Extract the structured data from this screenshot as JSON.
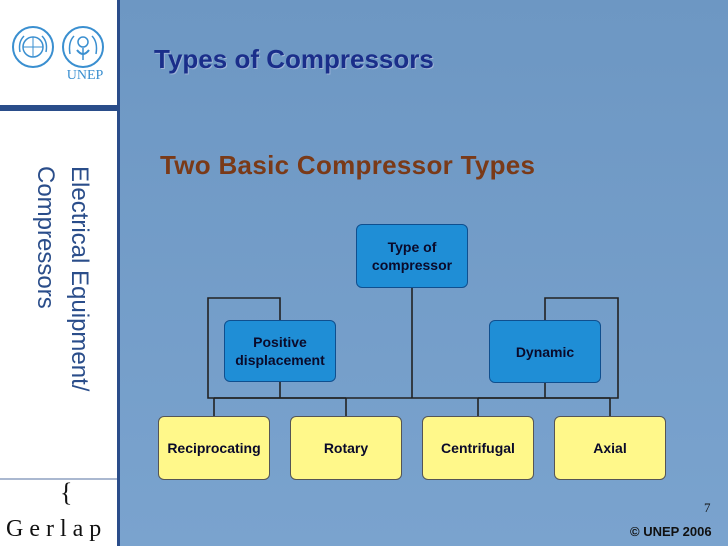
{
  "slide": {
    "title": "Types of Compressors",
    "subtitle": "Two Basic Compressor Types",
    "side_title": "Electrical Equipment/ Compressors",
    "logo_text": "UNEP",
    "footer_brand": "Gerlap",
    "page_number": "7",
    "copyright": "© UNEP 2006"
  },
  "diagram": {
    "root": "Type of compressor",
    "branches": [
      "Positive displacement",
      "Dynamic"
    ],
    "leaves": [
      "Reciprocating",
      "Rotary",
      "Centrifugal",
      "Axial"
    ]
  },
  "colors": {
    "blue_node": "#1f8ed6",
    "yellow_node": "#fff88a",
    "title": "#1a2e8a",
    "subtitle": "#7a3a18"
  }
}
